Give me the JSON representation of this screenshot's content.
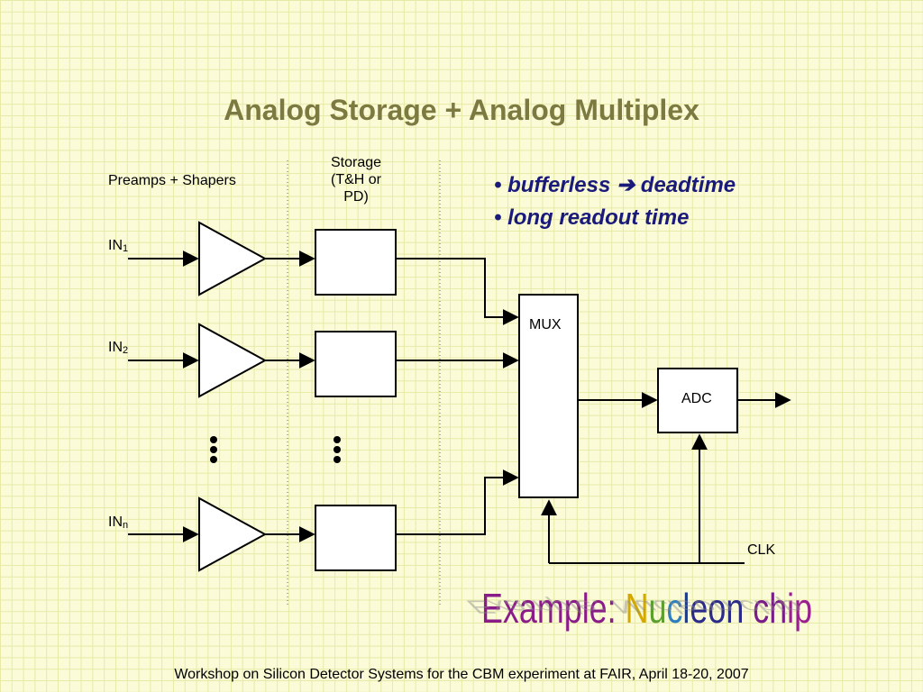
{
  "slide": {
    "title": "Analog Storage + Analog Multiplex",
    "preamps_label": "Preamps  + Shapers",
    "storage_label_lines": [
      "Storage",
      "(T&H or",
      "PD)"
    ],
    "bullets": [
      "• bufferless ➔ deadtime",
      "• long readout time"
    ],
    "inputs": [
      {
        "name": "IN",
        "sub": "1"
      },
      {
        "name": "IN",
        "sub": "2"
      },
      {
        "name": "IN",
        "sub": "n"
      }
    ],
    "mux_label": "MUX",
    "adc_label": "ADC",
    "clk_label": "CLK",
    "example_letters": [
      "E",
      "x",
      "a",
      "m",
      "p",
      "l",
      "e",
      ":",
      " ",
      "N",
      "u",
      "c",
      "l",
      "e",
      "o",
      "n",
      " ",
      "c",
      "h",
      "i",
      "p"
    ],
    "example_colors": [
      "#8a1c8a",
      "#8a1c8a",
      "#8a1c8a",
      "#8a1c8a",
      "#8a1c8a",
      "#8a1c8a",
      "#8a1c8a",
      "#8a1c8a",
      "#000",
      "#d4a800",
      "#5aa02c",
      "#2f7fbf",
      "#1e3c8a",
      "#2b2b8a",
      "#2b2b8a",
      "#2b2b8a",
      "#000",
      "#7a1c8a",
      "#7a1c8a",
      "#9a2090",
      "#9a2090"
    ],
    "footer": "Workshop on Silicon Detector Systems for the CBM experiment at FAIR, April 18-20, 2007"
  }
}
